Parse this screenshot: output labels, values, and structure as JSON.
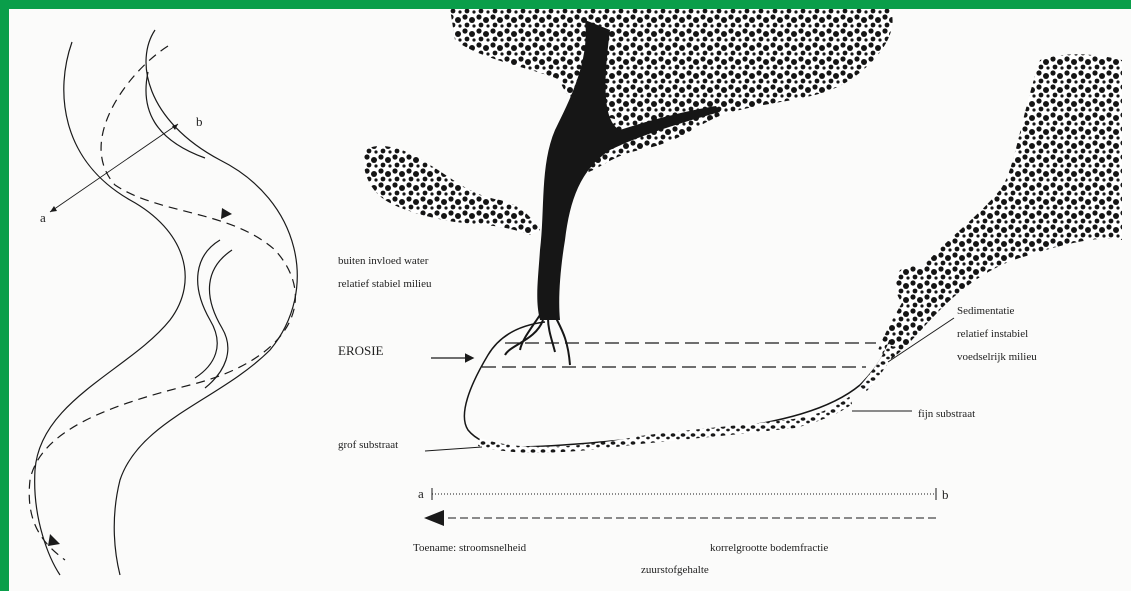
{
  "diagram": {
    "left_panel": {
      "label_a": "a",
      "label_b": "b"
    },
    "labels": {
      "outside_water_line1": "buiten invloed water",
      "outside_water_line2": "relatief stabiel milieu",
      "erosion": "EROSIE",
      "sedimentation_line1": "Sedimentatie",
      "sedimentation_line2": "relatief instabiel",
      "sedimentation_line3": "voedselrijk milieu",
      "fine_substrate": "fijn substraat",
      "coarse_substrate": "grof substraat",
      "axis_a": "a",
      "axis_b": "b",
      "increase_current": "Toename: stroomsnelheid",
      "grain_size": "korrelgrootte bodemfractie",
      "oxygen": "zuurstofgehalte"
    },
    "colors": {
      "border": "#0a9e4a",
      "background": "#fbfbfa",
      "ink": "#1a1a1a"
    }
  }
}
